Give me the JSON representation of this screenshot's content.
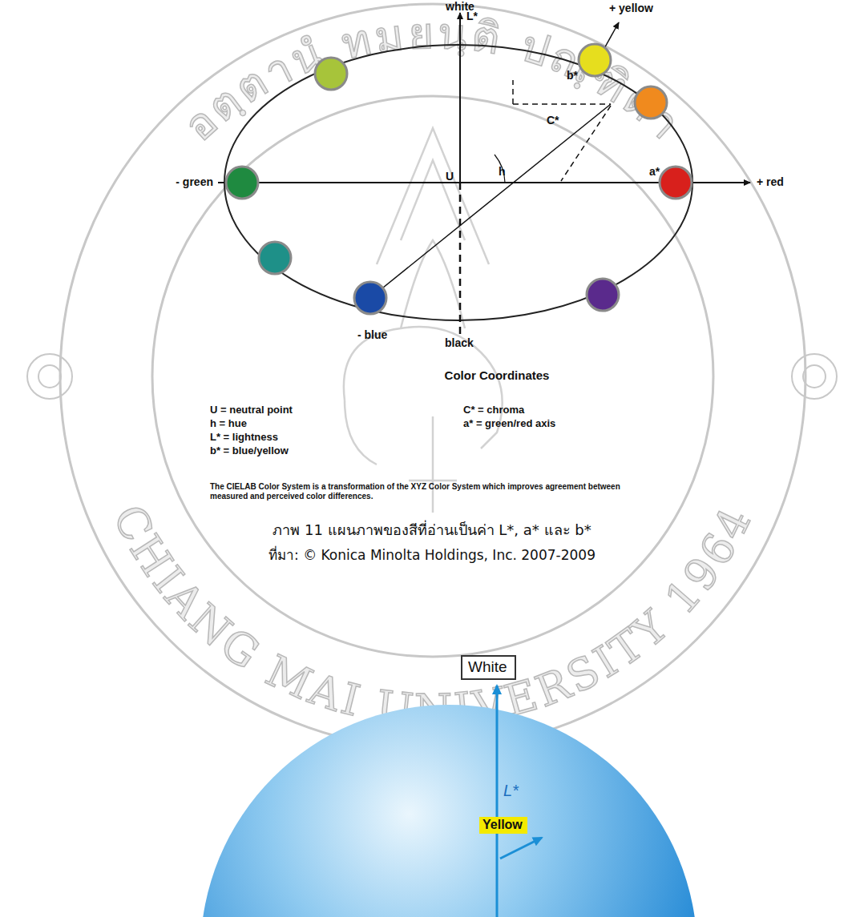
{
  "diagram": {
    "title": "Color Coordinates",
    "caption": "ภาพ 11 แผนภาพของสีที่อ่านเป็นค่า L*, a* และ b*",
    "nodes": [
      {
        "text": [
          "White"
        ]
      },
      {
        "text": [
          "Yellow"
        ]
      }
    ],
    "labels": [
      "white",
      "+ yellow",
      "L*",
      "b*",
      "C*",
      "h",
      "a*",
      "U",
      "- green",
      "+ red",
      "- blue",
      "black",
      "U = neutral point",
      "h = hue",
      "L* = lightness",
      "b* = blue/yellow",
      "C* = chroma",
      "a* = green/red axis",
      "The CIELAB Color System is a transformation of the XYZ Color System which improves agreement between measured and perceived color differences.",
      "ที่มา: © Konica Minolta Holdings, Inc. 2007-2009",
      "L*",
      "อตฺตานํ ทมยนฺติ ปณฺฑิตา",
      "CHIANG MAI UNIVERSITY 1964"
    ]
  }
}
